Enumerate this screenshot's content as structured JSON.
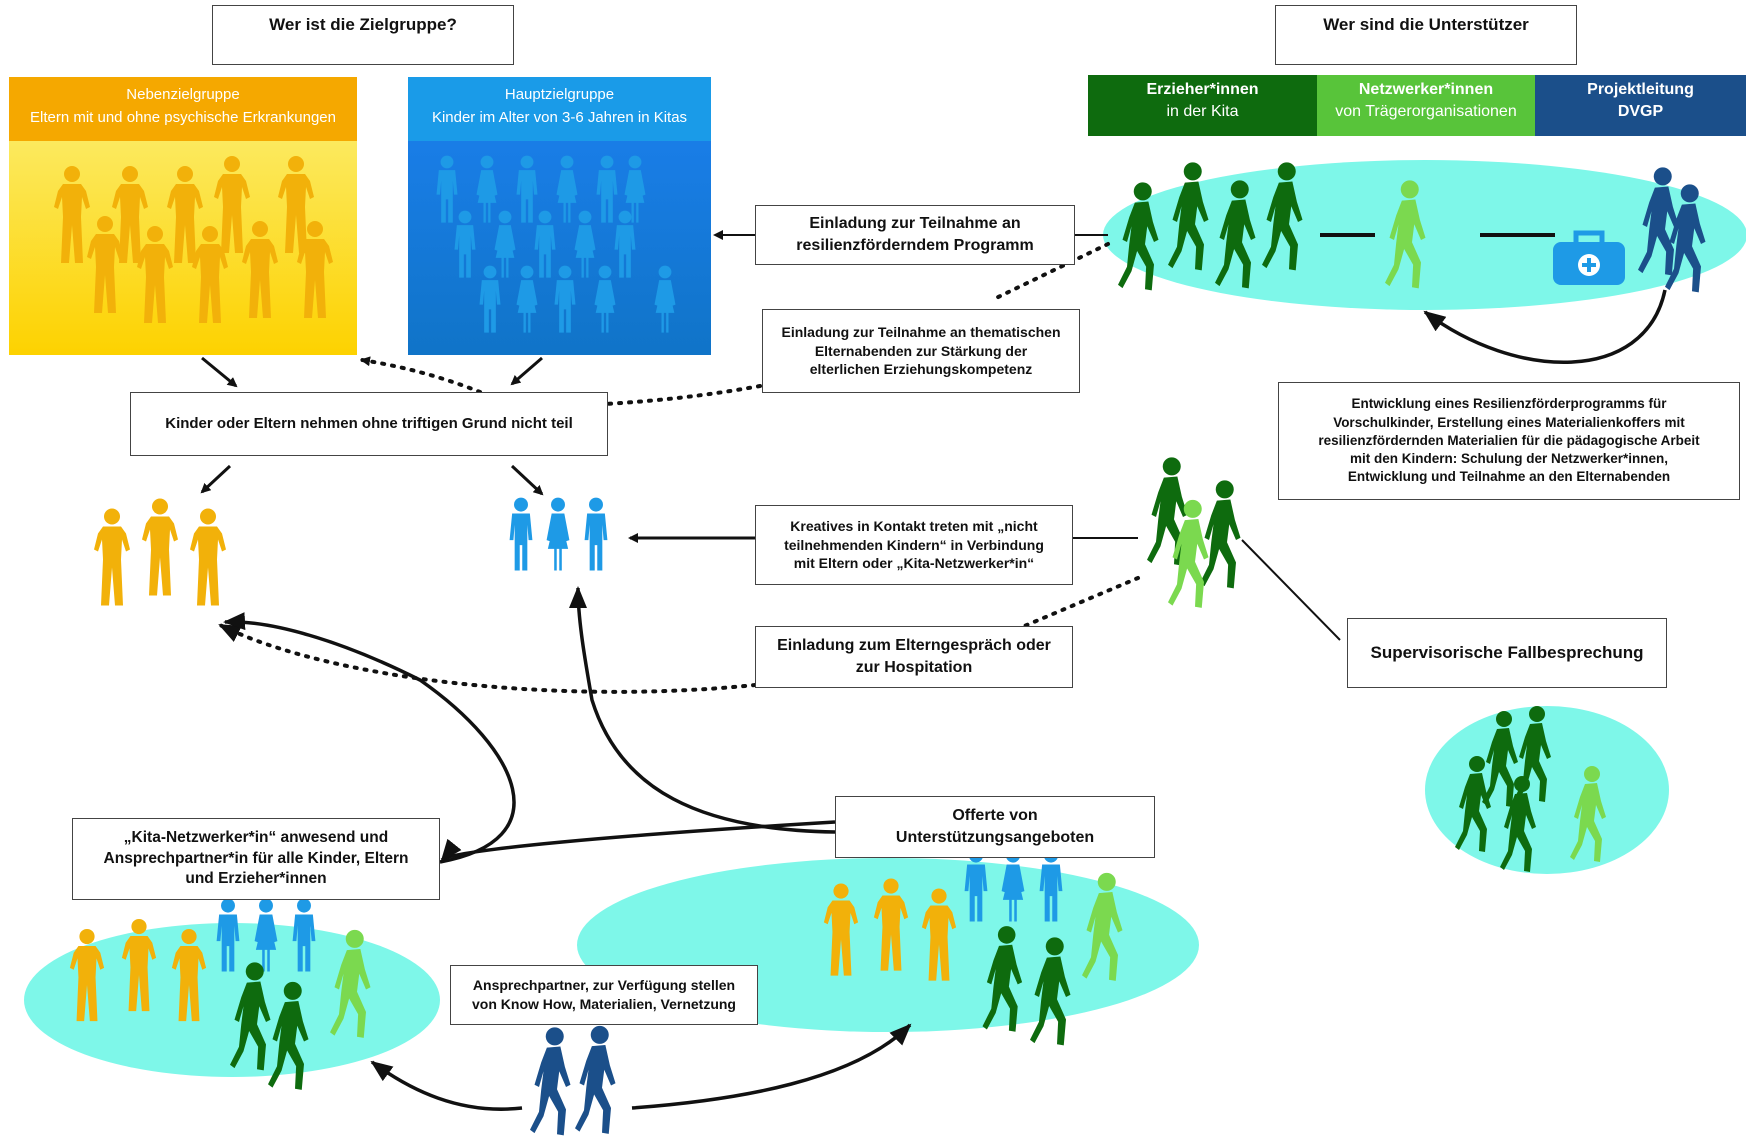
{
  "titles": {
    "target_group": "Wer ist die Zielgruppe?",
    "supporters": "Wer sind die Unterstützer"
  },
  "target_groups": {
    "secondary": {
      "label": "Nebenzielgruppe",
      "desc": "Eltern mit und ohne psychische Erkrankungen"
    },
    "primary": {
      "label": "Hauptzielgruppe",
      "desc": "Kinder im Alter von 3-6 Jahren in Kitas"
    }
  },
  "supporters": {
    "educators": {
      "line1": "Erzieher*innen",
      "line2": "in der Kita"
    },
    "networkers": {
      "line1": "Netzwerker*innen",
      "line2": "von Trägerorganisationen"
    },
    "project_lead": {
      "line1": "Projektleitung",
      "line2": "DVGP"
    }
  },
  "boxes": {
    "invitation_program": [
      "Einladung zur Teilnahme an",
      "resilienzförderndem Programm"
    ],
    "invitation_parent_evenings": [
      "Einladung zur Teilnahme an thematischen",
      "Elternabenden zur Stärkung der",
      "elterlichen Erziehungskompetenz"
    ],
    "no_participation": "Kinder oder Eltern nehmen ohne triftigen Grund nicht teil",
    "development": [
      "Entwicklung eines Resilienzförderprogramms für",
      "Vorschulkinder, Erstellung eines Materialienkoffers mit",
      "resilienzfördernden Materialien für die pädagogische Arbeit",
      "mit den Kindern: Schulung der Netzwerker*innen,",
      "Entwicklung und Teilnahme an den Elternabenden"
    ],
    "creative_contact": [
      "Kreatives in Kontakt treten mit „nicht",
      "teilnehmenden Kindern“ in Verbindung",
      "mit Eltern oder „Kita-Netzwerker*in“"
    ],
    "supervision": "Supervisorische Fallbesprechung",
    "parent_talk": [
      "Einladung zum Elterngespräch oder",
      "zur Hospitation"
    ],
    "offers": [
      "Offerte von",
      "Unterstützungsangeboten"
    ],
    "kita_networker": [
      "„Kita-Netzwerker*in“ anwesend und",
      "Ansprechpartner*in für alle Kinder, Eltern",
      "und Erzieher*innen"
    ],
    "contact_partner": [
      "Ansprechpartner, zur Verfügung stellen",
      "von Know How, Materialien, Vernetzung"
    ]
  },
  "colors": {
    "secondary_header": "#F5A800",
    "primary_header": "#1A9BE8",
    "educators": "#0E6B0E",
    "networkers": "#58C43A",
    "project_lead": "#1B4F8A",
    "parent_figure": "#F2B10A",
    "child_figure": "#1E9AE6",
    "ellipse": "#7EF7E9"
  },
  "icons": {
    "parent": "standing-adult-icon",
    "child": "child-icon",
    "walker": "walking-person-icon",
    "medical": "medical-bag-icon"
  }
}
